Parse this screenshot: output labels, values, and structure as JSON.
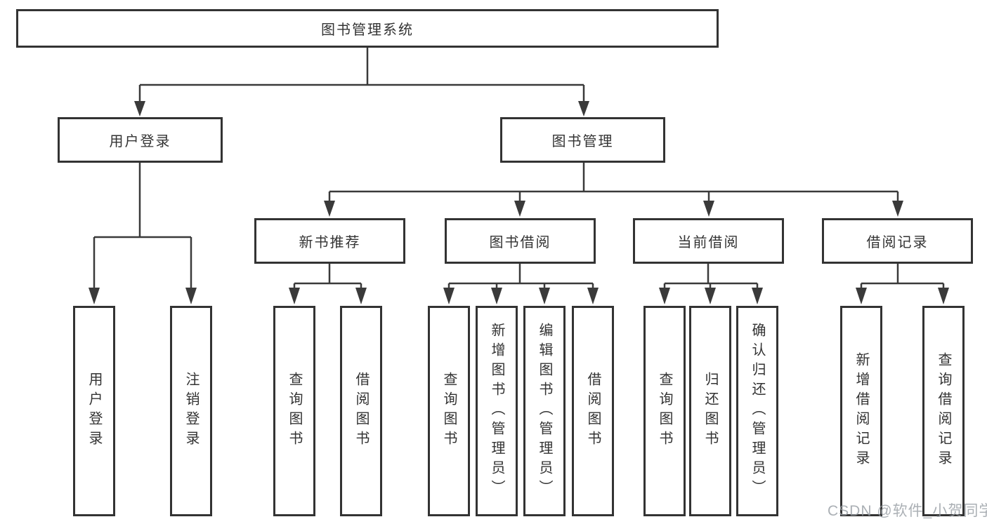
{
  "diagram": {
    "watermark": "CSDN @软件_小贺同学",
    "colors": {
      "line": "#3a3a3a",
      "box_border": "#333333",
      "text": "#333333",
      "background": "#ffffff",
      "watermark": "#969ca3"
    },
    "tree": {
      "root": {
        "label": "图书管理系统"
      },
      "branches": [
        {
          "label": "用户登录",
          "children": [
            {
              "label": "用户登录"
            },
            {
              "label": "注销登录"
            }
          ]
        },
        {
          "label": "图书管理",
          "children": [
            {
              "label": "新书推荐",
              "children": [
                {
                  "label": "查询图书"
                },
                {
                  "label": "借阅图书"
                }
              ]
            },
            {
              "label": "图书借阅",
              "children": [
                {
                  "label": "查询图书"
                },
                {
                  "label": "新增图书（管理员）"
                },
                {
                  "label": "编辑图书（管理员）"
                },
                {
                  "label": "借阅图书"
                }
              ]
            },
            {
              "label": "当前借阅",
              "children": [
                {
                  "label": "查询图书"
                },
                {
                  "label": "归还图书"
                },
                {
                  "label": "确认归还（管理员）"
                }
              ]
            },
            {
              "label": "借阅记录",
              "children": [
                {
                  "label": "新增借阅记录"
                },
                {
                  "label": "查询借阅记录"
                }
              ]
            }
          ]
        }
      ]
    }
  }
}
